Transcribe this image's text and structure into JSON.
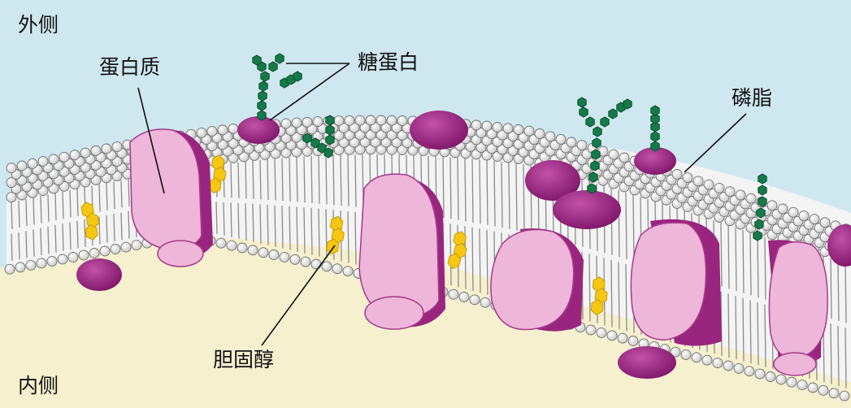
{
  "labels": {
    "outside": "外侧",
    "inside": "内侧",
    "protein": "蛋白质",
    "glycoprotein": "糖蛋白",
    "phospholipid": "磷脂",
    "cholesterol": "胆固醇"
  },
  "colors": {
    "outside_bg": "#cfe7ef",
    "inside_bg": "#f7f0cf",
    "head_fill": "#f2f2f2",
    "head_stroke": "#6f6f6f",
    "protein_pink": "#eeb6d8",
    "protein_purple": "#99257f",
    "sugar_green": "#157a4a",
    "cholesterol_yellow": "#f5c712"
  }
}
